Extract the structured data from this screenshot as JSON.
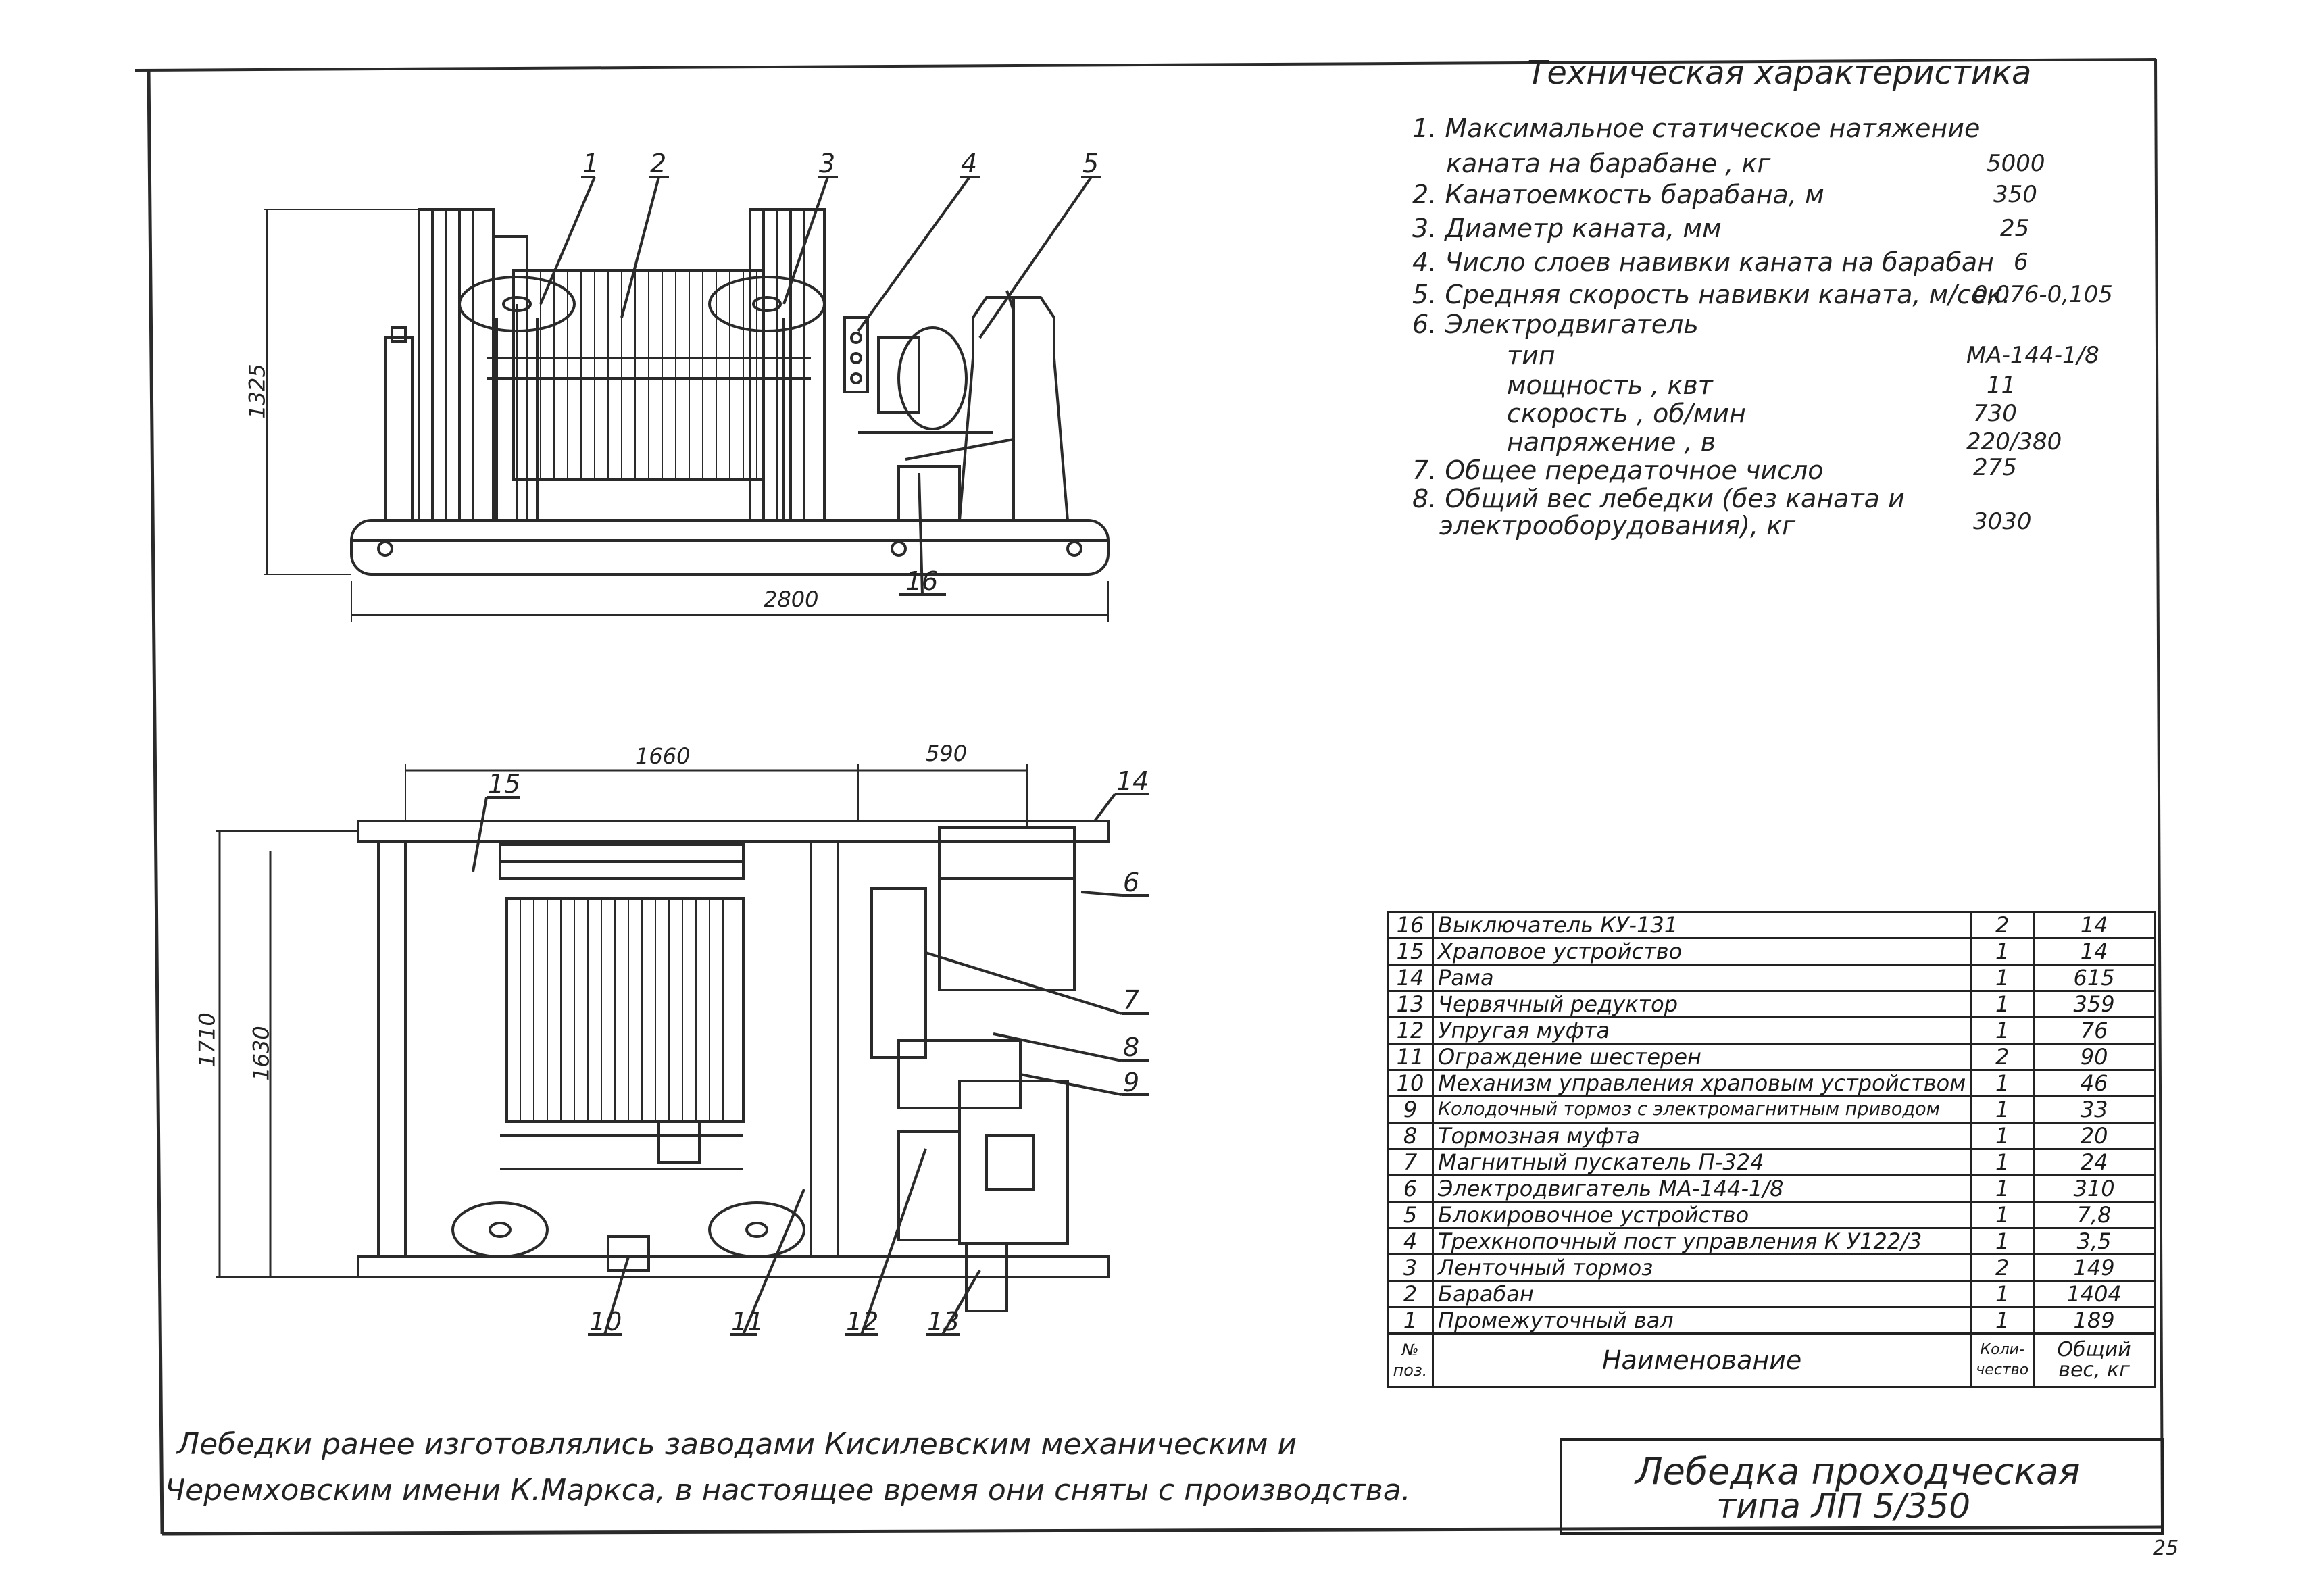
{
  "spec_title": "Техническая характеристика",
  "specs": [
    {
      "label": "1. Максимальное статическое натяжение",
      "value": ""
    },
    {
      "label": "каната на барабане , кг",
      "value": "5000"
    },
    {
      "label": "2. Канатоемкость барабана, м",
      "value": "350"
    },
    {
      "label": "3. Диаметр каната, мм",
      "value": "25"
    },
    {
      "label": "4. Число слоев навивки каната на барабан",
      "value": "6"
    },
    {
      "label": "5. Средняя скорость навивки каната, м/сек.",
      "value": "0,076-0,105"
    },
    {
      "label": "6. Электродвигатель",
      "value": ""
    },
    {
      "label": "тип",
      "value": "МА-144-1/8"
    },
    {
      "label": "мощность , квт",
      "value": "11"
    },
    {
      "label": "скорость , об/мин",
      "value": "730"
    },
    {
      "label": "напряжение , в",
      "value": "220/380"
    },
    {
      "label": "7. Общее передаточное число",
      "value": "275"
    },
    {
      "label": "8. Общий вес лебедки (без каната и",
      "value": ""
    },
    {
      "label": "электрооборудования), кг",
      "value": "3030"
    }
  ],
  "top_view": {
    "callouts": [
      "1",
      "2",
      "3",
      "4",
      "5",
      "16"
    ],
    "dim_width": "2800",
    "dim_height": "1325"
  },
  "plan_view": {
    "callouts": [
      "15",
      "14",
      "6",
      "7",
      "8",
      "9",
      "10",
      "11",
      "12",
      "13"
    ],
    "dim_1660": "1660",
    "dim_590": "590",
    "dim_1710": "1710",
    "dim_1630": "1630"
  },
  "parts_table": {
    "rows": [
      {
        "n": "16",
        "name": "Выключатель КУ-131",
        "qty": "2",
        "weight": "14"
      },
      {
        "n": "15",
        "name": "Храповое устройство",
        "qty": "1",
        "weight": "14"
      },
      {
        "n": "14",
        "name": "Рама",
        "qty": "1",
        "weight": "615"
      },
      {
        "n": "13",
        "name": "Червячный редуктор",
        "qty": "1",
        "weight": "359"
      },
      {
        "n": "12",
        "name": "Упругая муфта",
        "qty": "1",
        "weight": "76"
      },
      {
        "n": "11",
        "name": "Ограждение шестерен",
        "qty": "2",
        "weight": "90"
      },
      {
        "n": "10",
        "name": "Механизм управления храповым устройством",
        "qty": "1",
        "weight": "46"
      },
      {
        "n": "9",
        "name": "Колодочный тормоз с электромагнитным приводом",
        "qty": "1",
        "weight": "33"
      },
      {
        "n": "8",
        "name": "Тормозная муфта",
        "qty": "1",
        "weight": "20"
      },
      {
        "n": "7",
        "name": "Магнитный пускатель П-324",
        "qty": "1",
        "weight": "24"
      },
      {
        "n": "6",
        "name": "Электродвигатель МА-144-1/8",
        "qty": "1",
        "weight": "310"
      },
      {
        "n": "5",
        "name": "Блокировочное устройство",
        "qty": "1",
        "weight": "7,8"
      },
      {
        "n": "4",
        "name": "Трехкнопочный пост управления К У122/3",
        "qty": "1",
        "weight": "3,5"
      },
      {
        "n": "3",
        "name": "Ленточный тормоз",
        "qty": "2",
        "weight": "149"
      },
      {
        "n": "2",
        "name": "Барабан",
        "qty": "1",
        "weight": "1404"
      },
      {
        "n": "1",
        "name": "Промежуточный вал",
        "qty": "1",
        "weight": "189"
      }
    ],
    "header": {
      "n": "№ поз.",
      "name": "Наименование",
      "qty": "Коли-чество",
      "weight": "Общий вес, кг"
    }
  },
  "footnote_line1": "Лебедки ранее изготовлялись заводами Кисилевским механическим и",
  "footnote_line2": "Черемховским имени К.Маркса, в настоящее время они сняты с производства.",
  "title_line1": "Лебедка проходческая",
  "title_line2": "типа ЛП 5/350",
  "page_number": "25"
}
